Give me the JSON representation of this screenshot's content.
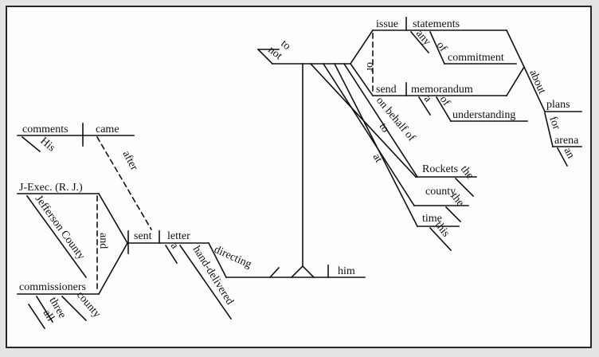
{
  "diagram": {
    "subject": {
      "conjunction": "and",
      "first": "J-Exec. (R. J.)",
      "first_modifier": "Jefferson County",
      "second": "commissioners",
      "second_modifiers": [
        "county",
        "three",
        "all"
      ]
    },
    "verb": "sent",
    "object": "letter",
    "object_modifiers": [
      "a",
      "hand-delivered"
    ],
    "participle": "directing",
    "participle_object": "him",
    "clause": {
      "subject": "comments",
      "subject_modifier": "His",
      "verb": "came",
      "connector": "after"
    },
    "infinitive": {
      "marker": "to",
      "negation": "not",
      "conjunction": "or",
      "verb1": "issue",
      "object1": "statements",
      "object1_modifiers": [
        "any",
        "of",
        "commitment"
      ],
      "verb2": "send",
      "object2": "memorandum",
      "object2_modifiers": [
        "a",
        "of",
        "understanding"
      ],
      "shared_phrase": [
        "about",
        "plans",
        "for",
        "arena",
        "an"
      ],
      "phrases": [
        {
          "prep": "on behalf of",
          "object": "Rockets",
          "modifier": "the"
        },
        {
          "prep": "to",
          "object": "county",
          "modifier": "the"
        },
        {
          "prep": "at",
          "object": "time",
          "modifier": "this"
        }
      ]
    }
  }
}
